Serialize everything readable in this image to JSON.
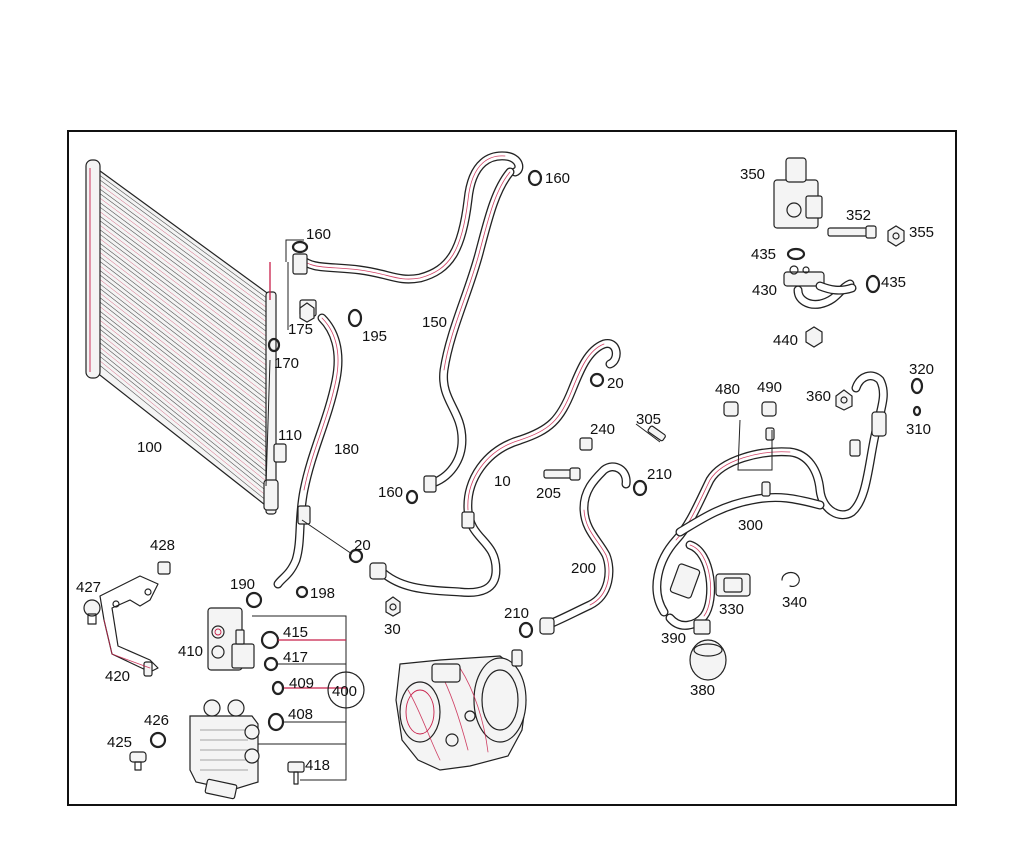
{
  "diagram": {
    "labels": {
      "l10": "10",
      "l20a": "20",
      "l20b": "20",
      "l30": "30",
      "l100": "100",
      "l110": "110",
      "l150": "150",
      "l160a": "160",
      "l160b": "160",
      "l160c": "160",
      "l170": "170",
      "l175": "175",
      "l180": "180",
      "l190": "190",
      "l195": "195",
      "l198": "198",
      "l200": "200",
      "l205": "205",
      "l210a": "210",
      "l210b": "210",
      "l240": "240",
      "l300": "300",
      "l305": "305",
      "l310": "310",
      "l320": "320",
      "l330": "330",
      "l340": "340",
      "l350": "350",
      "l352": "352",
      "l355": "355",
      "l360": "360",
      "l380": "380",
      "l390": "390",
      "l400": "400",
      "l408": "408",
      "l409": "409",
      "l410": "410",
      "l415": "415",
      "l417": "417",
      "l418": "418",
      "l420": "420",
      "l425": "425",
      "l426": "426",
      "l427": "427",
      "l428": "428",
      "l430": "430",
      "l435a": "435",
      "l435b": "435",
      "l440": "440",
      "l480": "480",
      "l490": "490"
    }
  }
}
